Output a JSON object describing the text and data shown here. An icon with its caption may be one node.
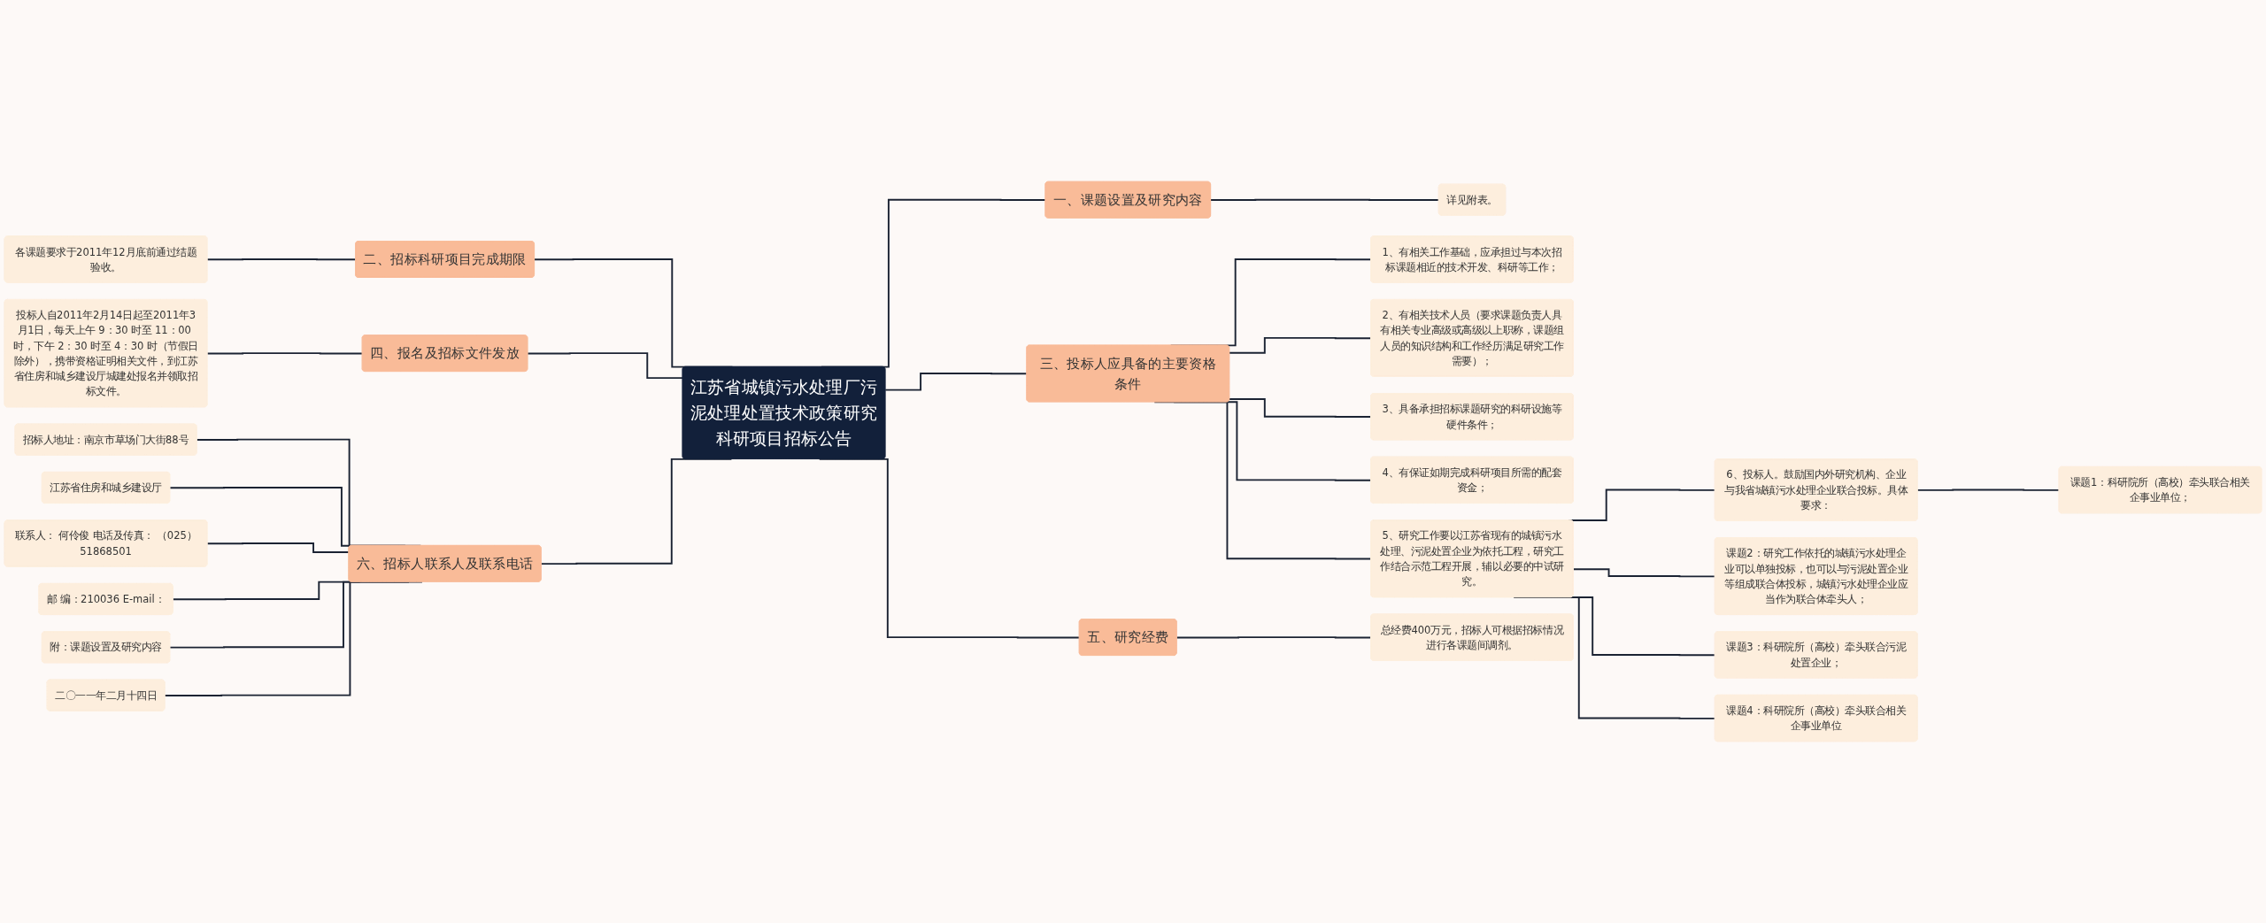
{
  "diagram": {
    "nodes": [
      {
        "text": [
          "江苏省城镇污水处理厂污泥处理处置技术政策研究科研项目招标公告"
        ]
      },
      {
        "text": [
          "一、课题设置及研究内容"
        ]
      },
      {
        "text": [
          "详见附表。"
        ]
      },
      {
        "text": [
          "三、投标人应具备的主要资格条件"
        ]
      },
      {
        "text": [
          "1、有相关工作基础，应承担过与本次招标课题相近的技术开发、科研等工作；"
        ]
      },
      {
        "text": [
          "2、有相关技术人员（要求课题负责人具有相关专业高级或高级以上职称，课题组人员的知识结构和工作经历满足研究工作需要）；"
        ]
      },
      {
        "text": [
          "3、具备承担招标课题研究的科研设施等硬件条件；"
        ]
      },
      {
        "text": [
          "4、有保证如期完成科研项目所需的配套资金；"
        ]
      },
      {
        "text": [
          "5、研究工作要以江苏省现有的城镇污水处理、污泥处置企业为依托工程，研究工作结合示范工程开展，辅以必要的中试研究。"
        ]
      },
      {
        "text": [
          "6、投标人。鼓励国内外研究机构、企业与我省城镇污水处理企业联合投标。具体要求："
        ]
      },
      {
        "text": [
          "课题1：科研院所（高校）牵头联合相关企事业单位；"
        ]
      },
      {
        "text": [
          "课题2：研究工作依托的城镇污水处理企业可以单独投标，也可以与污泥处置企业等组成联合体投标，城镇污水处理企业应当作为联合体牵头人；"
        ]
      },
      {
        "text": [
          "课题3：科研院所（高校）牵头联合污泥处置企业；"
        ]
      },
      {
        "text": [
          "课题4：科研院所（高校）牵头联合相关企事业单位"
        ]
      },
      {
        "text": [
          "五、研究经费"
        ]
      },
      {
        "text": [
          "总经费400万元，招标人可根据招标情况进行各课题间调剂。"
        ]
      },
      {
        "text": [
          "二、招标科研项目完成期限"
        ]
      },
      {
        "text": [
          "各课题要求于2011年12月底前通过结题验收。"
        ]
      },
      {
        "text": [
          "四、报名及招标文件发放"
        ]
      },
      {
        "text": [
          "投标人自2011年2月14日起至2011年3月1日，每天上午 9：30 时至 11：00 时，下午 2：30 时至 4：30 时（节假日除外），携带资格证明相关文件，到江苏省住房和城乡建设厅城建处报名并领取招标文件。"
        ]
      },
      {
        "text": [
          "六、招标人联系人及联系电话"
        ]
      },
      {
        "text": [
          "招标人地址：南京市草场门大街88号"
        ]
      },
      {
        "text": [
          "江苏省住房和城乡建设厅"
        ]
      },
      {
        "text": [
          "联系人： 何伶俊 电话及传真： （025）51868501"
        ]
      },
      {
        "text": [
          "邮 编：210036 E-mail："
        ]
      },
      {
        "text": [
          "附：课题设置及研究内容"
        ]
      },
      {
        "text": [
          "二〇一一年二月十四日"
        ]
      }
    ],
    "edges": [
      {
        "from": 0,
        "to": 1,
        "arrow": "none"
      },
      {
        "from": 1,
        "to": 2,
        "arrow": "none"
      },
      {
        "from": 0,
        "to": 3,
        "arrow": "none"
      },
      {
        "from": 3,
        "to": 4,
        "arrow": "none"
      },
      {
        "from": 3,
        "to": 5,
        "arrow": "none"
      },
      {
        "from": 3,
        "to": 6,
        "arrow": "none"
      },
      {
        "from": 3,
        "to": 7,
        "arrow": "none"
      },
      {
        "from": 3,
        "to": 8,
        "arrow": "none"
      },
      {
        "from": 8,
        "to": 9,
        "arrow": "none"
      },
      {
        "from": 9,
        "to": 10,
        "arrow": "none"
      },
      {
        "from": 8,
        "to": 11,
        "arrow": "none"
      },
      {
        "from": 8,
        "to": 12,
        "arrow": "none"
      },
      {
        "from": 8,
        "to": 13,
        "arrow": "none"
      },
      {
        "from": 0,
        "to": 14,
        "arrow": "none"
      },
      {
        "from": 14,
        "to": 15,
        "arrow": "none"
      },
      {
        "from": 0,
        "to": 16,
        "arrow": "none"
      },
      {
        "from": 16,
        "to": 17,
        "arrow": "none"
      },
      {
        "from": 0,
        "to": 18,
        "arrow": "none"
      },
      {
        "from": 18,
        "to": 19,
        "arrow": "none"
      },
      {
        "from": 0,
        "to": 20,
        "arrow": "none"
      },
      {
        "from": 20,
        "to": 21,
        "arrow": "none"
      },
      {
        "from": 20,
        "to": 22,
        "arrow": "none"
      },
      {
        "from": 20,
        "to": 23,
        "arrow": "none"
      },
      {
        "from": 20,
        "to": 24,
        "arrow": "none"
      },
      {
        "from": 20,
        "to": 25,
        "arrow": "none"
      },
      {
        "from": 20,
        "to": 26,
        "arrow": "none"
      }
    ]
  }
}
